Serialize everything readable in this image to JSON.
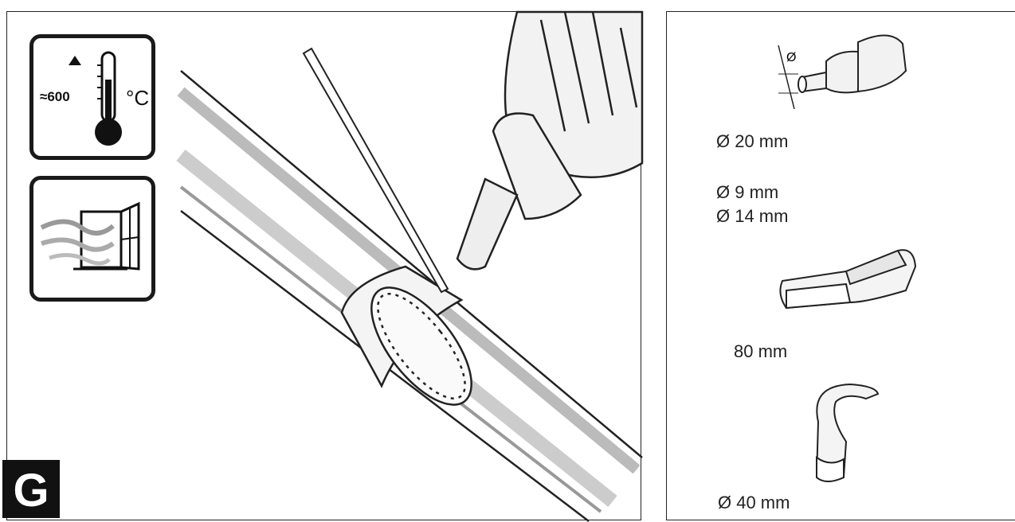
{
  "section_letter": "G",
  "temperature": {
    "approx_value": "≈600",
    "unit": "°C"
  },
  "nozzles": [
    {
      "name": "reducing nozzle",
      "labels": [
        "Ø 20 mm"
      ]
    },
    {
      "name": "reducing nozzle small",
      "labels": [
        "Ø 9 mm",
        "Ø 14 mm"
      ]
    },
    {
      "name": "flat nozzle",
      "labels": [
        "80 mm"
      ]
    },
    {
      "name": "reflector nozzle",
      "labels": [
        "Ø 40 mm"
      ]
    }
  ],
  "dimension_symbol": "Ø"
}
